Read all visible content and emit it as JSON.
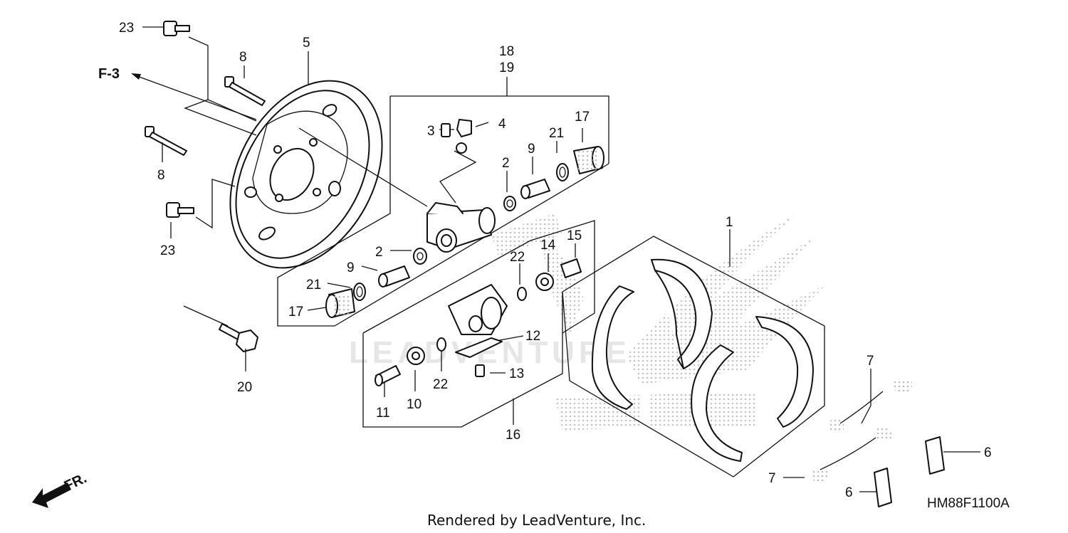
{
  "diagram": {
    "footer": "Rendered by LeadVenture, Inc.",
    "diagram_code": "HM88F1100A",
    "direction_front": "FR.",
    "ref_arrow": "F-3",
    "watermark": "LEADVENTURE",
    "callouts": {
      "c1": "1",
      "c2a": "2",
      "c2b": "2",
      "c3": "3",
      "c4": "4",
      "c5": "5",
      "c6a": "6",
      "c6b": "6",
      "c7a": "7",
      "c7b": "7",
      "c8a": "8",
      "c8b": "8",
      "c9a": "9",
      "c9b": "9",
      "c10": "10",
      "c11": "11",
      "c12": "12",
      "c13": "13",
      "c14": "14",
      "c15": "15",
      "c16": "16",
      "c17a": "17",
      "c17b": "17",
      "c18": "18",
      "c19": "19",
      "c20": "20",
      "c21a": "21",
      "c21b": "21",
      "c22a": "22",
      "c22b": "22",
      "c23a": "23",
      "c23b": "23"
    }
  }
}
